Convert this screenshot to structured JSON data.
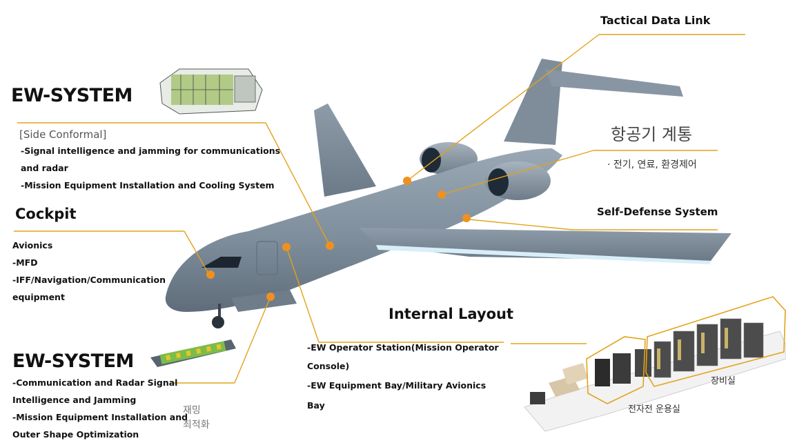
{
  "labels": {
    "tactical_data_link": "Tactical Data Link",
    "ew_system_top": "EW-SYSTEM",
    "side_conformal": "[Side Conformal]",
    "side_conformal_items": [
      "-Signal intelligence and jamming for communications",
      "and radar",
      "-Mission Equipment Installation and Cooling System"
    ],
    "cockpit": "Cockpit",
    "cockpit_items": [
      "Avionics",
      "-MFD",
      "-IFF/Navigation/Communication",
      "equipment"
    ],
    "ew_system_bottom": "EW-SYSTEM",
    "ew_bottom_items": [
      "-Communication and Radar Signal",
      "Intelligence and Jamming",
      "-Mission Equipment Installation and",
      "Outer Shape Optimization"
    ],
    "aircraft_systems_kr": "항공기 계통",
    "aircraft_systems_sub_kr": "· 전기, 연료, 환경제어",
    "self_defense": "Self-Defense System",
    "internal_layout": "Internal Layout",
    "operator_items": [
      "-EW Operator Station(Mission Operator",
      "Console)",
      "-EW Equipment Bay/Military Avionics",
      "Bay"
    ],
    "equipment_room_kr": "장비실",
    "ew_operations_room_kr": "전자전 운용실",
    "ghost_kr_1": "재밍",
    "ghost_kr_2": "최적화"
  },
  "colors": {
    "leader_line": "#e3a21a",
    "callout_dot": "#f0901f",
    "fuselage": "#7d8c9a",
    "text": "#111111",
    "subtle_text": "#555555"
  }
}
